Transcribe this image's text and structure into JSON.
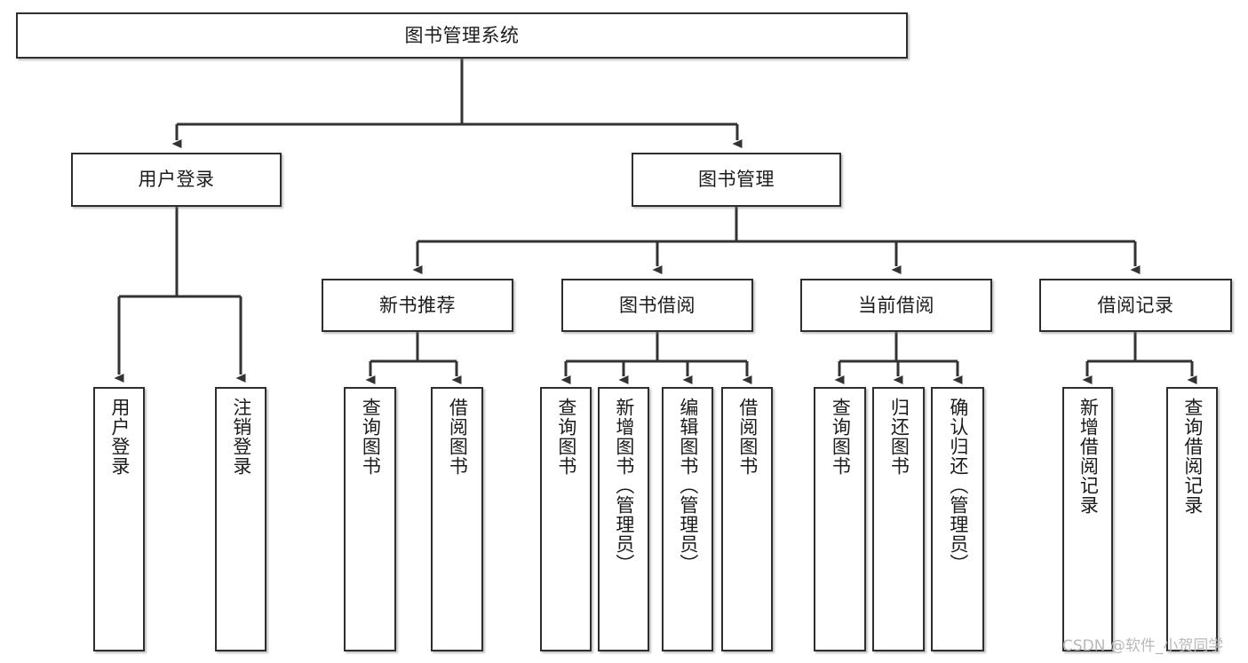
{
  "diagram": {
    "type": "tree-hierarchy",
    "title": "图书管理系统",
    "watermark": "CSDN @软件_小贺同学",
    "colors": {
      "border": "#2e2e2e",
      "fill": "#ffffff",
      "text": "#1b1b1b",
      "edge": "#333333",
      "watermark": "#b9b9b9",
      "background": "#ffffff"
    },
    "nodes": {
      "root": {
        "label": "图书管理系统"
      },
      "level1": [
        {
          "id": "user-login",
          "label": "用户登录"
        },
        {
          "id": "book-management",
          "label": "图书管理"
        }
      ],
      "level2": [
        {
          "id": "new-book-recommend",
          "label": "新书推荐"
        },
        {
          "id": "book-borrow",
          "label": "图书借阅"
        },
        {
          "id": "current-borrow",
          "label": "当前借阅"
        },
        {
          "id": "borrow-record",
          "label": "借阅记录"
        }
      ],
      "leaves": {
        "user_login": [
          {
            "id": "leaf-user-login",
            "label": "用户登录"
          },
          {
            "id": "leaf-logout",
            "label": "注销登录"
          }
        ],
        "new_book_recommend": [
          {
            "id": "leaf-query-book-1",
            "label": "查询图书"
          },
          {
            "id": "leaf-borrow-book-1",
            "label": "借阅图书"
          }
        ],
        "book_borrow": [
          {
            "id": "leaf-query-book-2",
            "label": "查询图书"
          },
          {
            "id": "leaf-add-book",
            "label": "新增图书（管理员）"
          },
          {
            "id": "leaf-edit-book",
            "label": "编辑图书（管理员）"
          },
          {
            "id": "leaf-borrow-book-2",
            "label": "借阅图书"
          }
        ],
        "current_borrow": [
          {
            "id": "leaf-query-book-3",
            "label": "查询图书"
          },
          {
            "id": "leaf-return-book",
            "label": "归还图书"
          },
          {
            "id": "leaf-confirm-return",
            "label": "确认归还（管理员）"
          }
        ],
        "borrow_record": [
          {
            "id": "leaf-add-record",
            "label": "新增借阅记录"
          },
          {
            "id": "leaf-query-record",
            "label": "查询借阅记录"
          }
        ]
      }
    },
    "edges": [
      {
        "from": "图书管理系统",
        "to": "用户登录"
      },
      {
        "from": "图书管理系统",
        "to": "图书管理"
      },
      {
        "from": "用户登录",
        "to": "用户登录"
      },
      {
        "from": "用户登录",
        "to": "注销登录"
      },
      {
        "from": "图书管理",
        "to": "新书推荐"
      },
      {
        "from": "图书管理",
        "to": "图书借阅"
      },
      {
        "from": "图书管理",
        "to": "当前借阅"
      },
      {
        "from": "图书管理",
        "to": "借阅记录"
      },
      {
        "from": "新书推荐",
        "to": "查询图书"
      },
      {
        "from": "新书推荐",
        "to": "借阅图书"
      },
      {
        "from": "图书借阅",
        "to": "查询图书"
      },
      {
        "from": "图书借阅",
        "to": "新增图书（管理员）"
      },
      {
        "from": "图书借阅",
        "to": "编辑图书（管理员）"
      },
      {
        "from": "图书借阅",
        "to": "借阅图书"
      },
      {
        "from": "当前借阅",
        "to": "查询图书"
      },
      {
        "from": "当前借阅",
        "to": "归还图书"
      },
      {
        "from": "当前借阅",
        "to": "确认归还（管理员）"
      },
      {
        "from": "借阅记录",
        "to": "新增借阅记录"
      },
      {
        "from": "借阅记录",
        "to": "查询借阅记录"
      }
    ]
  }
}
